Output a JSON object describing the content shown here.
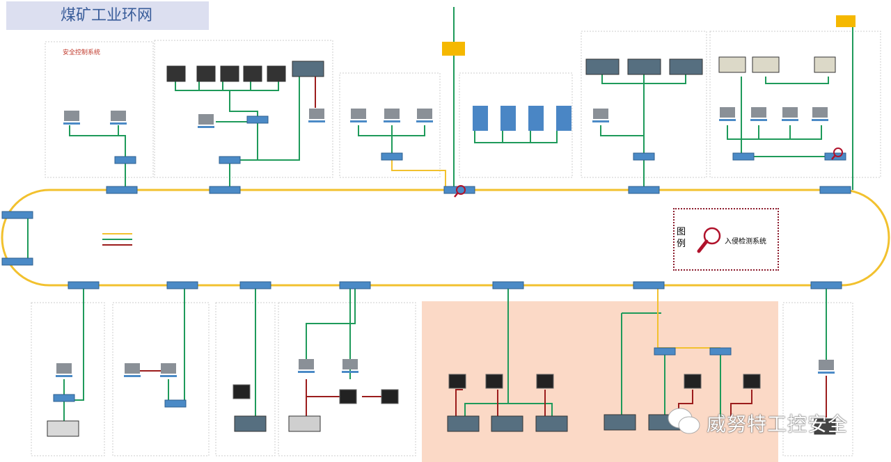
{
  "title": "煤矿工业环网",
  "safety_label": "安全控制系统",
  "legend": {
    "heading": "图例",
    "ids_label": "入侵检测系统"
  },
  "watermark": "威努特工控安全",
  "colors": {
    "ring": "#f2c12e",
    "link_green": "#1e9a5a",
    "link_red": "#9b1c1c",
    "zone": "#fbd9c6",
    "ids": "#b0122b",
    "gateway": "#f5b800"
  }
}
